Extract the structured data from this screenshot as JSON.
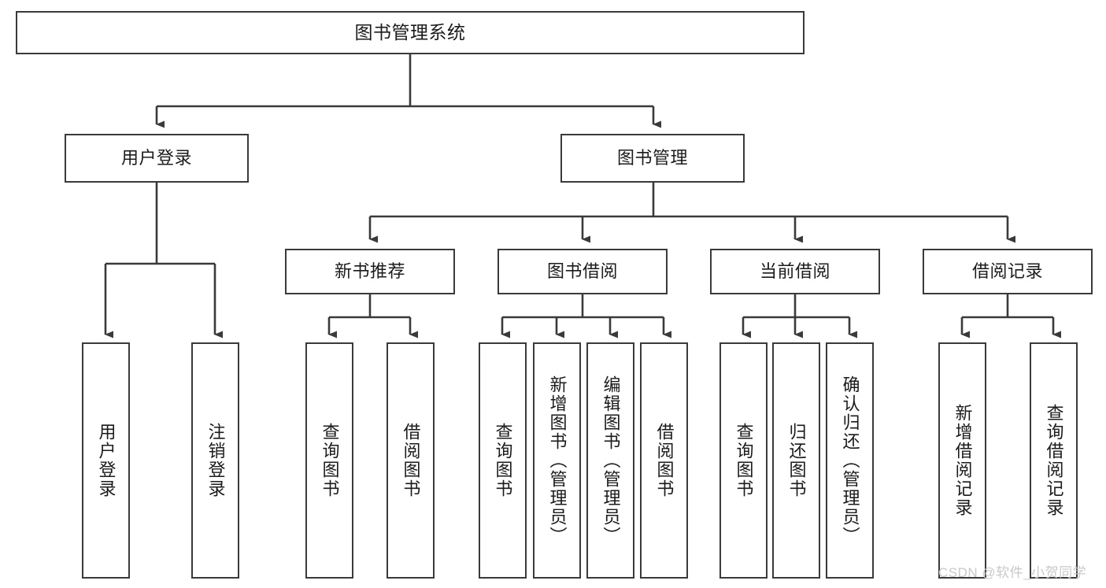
{
  "diagram": {
    "title": "图书管理系统",
    "type": "tree-hierarchy-chart",
    "colors": {
      "box_border": "#3a3a3a",
      "box_fill": "#ffffff",
      "connector": "#3a3a3a",
      "text": "#1b1b1b",
      "watermark": "#c9c9c9",
      "background": "#ffffff"
    },
    "root": {
      "label": "图书管理系统"
    },
    "level2": [
      {
        "label": "用户登录"
      },
      {
        "label": "图书管理"
      }
    ],
    "level3": [
      {
        "label": "新书推荐"
      },
      {
        "label": "图书借阅"
      },
      {
        "label": "当前借阅"
      },
      {
        "label": "借阅记录"
      }
    ],
    "leaves": {
      "user_login": [
        {
          "label": "用户登录"
        },
        {
          "label": "注销登录"
        }
      ],
      "new_book_recommend": [
        {
          "label": "查询图书"
        },
        {
          "label": "借阅图书"
        }
      ],
      "book_borrow": [
        {
          "label": "查询图书"
        },
        {
          "label": "新增图书（管理员）"
        },
        {
          "label": "编辑图书（管理员）"
        },
        {
          "label": "借阅图书"
        }
      ],
      "current_borrow": [
        {
          "label": "查询图书"
        },
        {
          "label": "归还图书"
        },
        {
          "label": "确认归还（管理员）"
        }
      ],
      "borrow_record": [
        {
          "label": "新增借阅记录"
        },
        {
          "label": "查询借阅记录"
        }
      ]
    }
  },
  "watermark": {
    "text": "CSDN @软件_小贺同学"
  }
}
